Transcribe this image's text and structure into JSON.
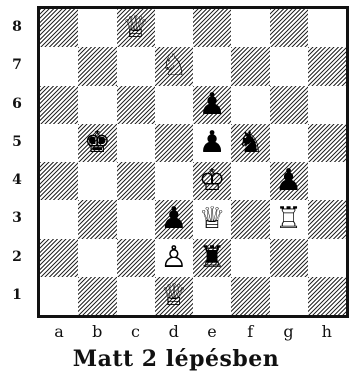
{
  "board": {
    "ranks": [
      "8",
      "7",
      "6",
      "5",
      "4",
      "3",
      "2",
      "1"
    ],
    "files": [
      "a",
      "b",
      "c",
      "d",
      "e",
      "f",
      "g",
      "h"
    ],
    "pieces": [
      {
        "square": "c8",
        "glyph": "♕",
        "name": "white-queen-icon"
      },
      {
        "square": "d7",
        "glyph": "♘",
        "name": "white-knight-icon"
      },
      {
        "square": "e6",
        "glyph": "♟",
        "name": "black-pawn-icon"
      },
      {
        "square": "b5",
        "glyph": "♚",
        "name": "black-king-icon"
      },
      {
        "square": "e5",
        "glyph": "♟",
        "name": "black-pawn-icon"
      },
      {
        "square": "f5",
        "glyph": "♞",
        "name": "black-knight-icon"
      },
      {
        "square": "e4",
        "glyph": "♔",
        "name": "white-king-icon"
      },
      {
        "square": "g4",
        "glyph": "♟",
        "name": "black-pawn-icon"
      },
      {
        "square": "d3",
        "glyph": "♟",
        "name": "black-pawn-icon"
      },
      {
        "square": "e3",
        "glyph": "♕",
        "name": "white-queen-icon"
      },
      {
        "square": "g3",
        "glyph": "♖",
        "name": "white-rook-icon"
      },
      {
        "square": "d2",
        "glyph": "♙",
        "name": "white-pawn-icon"
      },
      {
        "square": "e2",
        "glyph": "♜",
        "name": "black-rook-icon"
      },
      {
        "square": "d1",
        "glyph": "♕",
        "name": "white-queen-icon"
      }
    ]
  },
  "caption": "Matt 2 lépésben"
}
